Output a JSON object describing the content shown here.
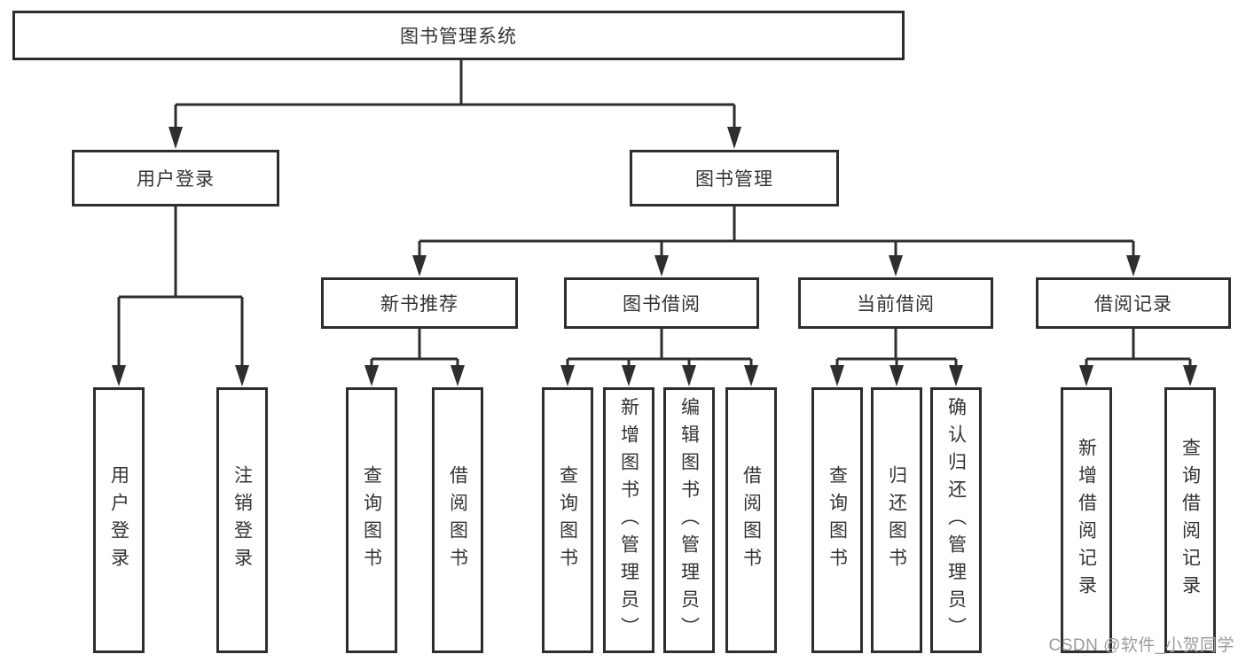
{
  "root": {
    "label": "图书管理系统"
  },
  "level2": {
    "user_login": {
      "label": "用户登录"
    },
    "book_management": {
      "label": "图书管理"
    }
  },
  "level3": {
    "new_book_recommend": {
      "label": "新书推荐"
    },
    "book_borrow": {
      "label": "图书借阅"
    },
    "current_borrow": {
      "label": "当前借阅"
    },
    "borrow_record": {
      "label": "借阅记录"
    }
  },
  "leaves": {
    "user_login": {
      "label": "用户登录"
    },
    "logout": {
      "label": "注销登录"
    },
    "recommend_query_book": {
      "label": "查询图书"
    },
    "recommend_borrow_book": {
      "label": "借阅图书"
    },
    "borrow_query_book": {
      "label": "查询图书"
    },
    "borrow_add_book": {
      "label": "新增图书（管理员）"
    },
    "borrow_edit_book": {
      "label": "编辑图书（管理员）"
    },
    "borrow_borrow_book": {
      "label": "借阅图书"
    },
    "current_query_book": {
      "label": "查询图书"
    },
    "current_return_book": {
      "label": "归还图书"
    },
    "current_confirm_return": {
      "label": "确认归还（管理员）"
    },
    "record_add": {
      "label": "新增借阅记录"
    },
    "record_query": {
      "label": "查询借阅记录"
    }
  },
  "watermark": "CSDN @软件_小贺同学",
  "colors": {
    "line": "#2e2e2e",
    "box_border": "#2e2e2e",
    "text": "#333333",
    "watermark": "#9b9b9b",
    "background": "#ffffff"
  }
}
